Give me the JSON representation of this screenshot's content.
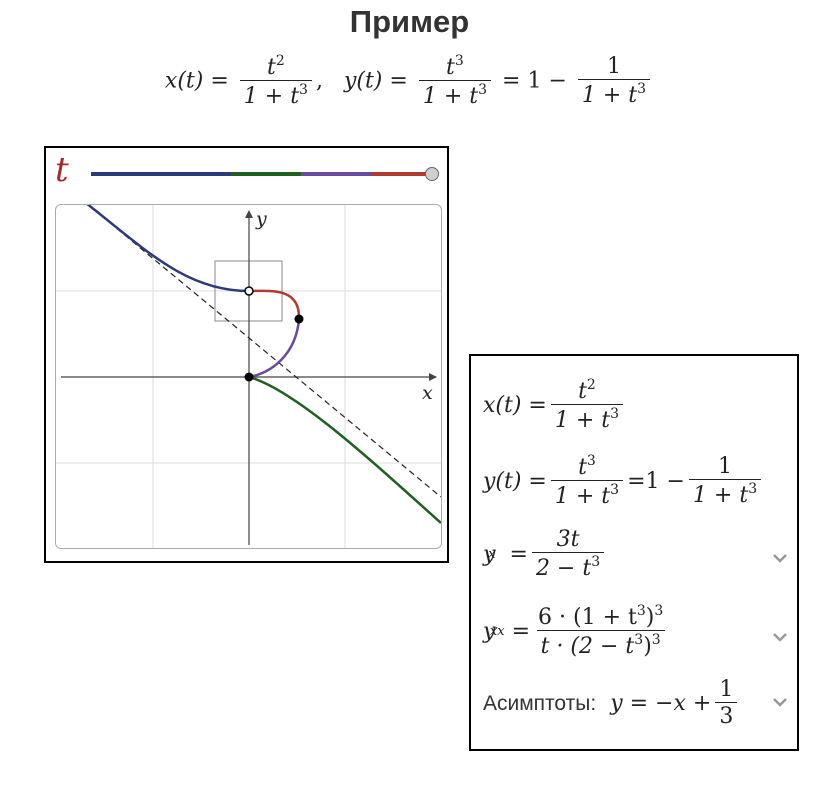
{
  "page": {
    "title": "Пример"
  },
  "top_formula": {
    "x_lhs": "x(t)",
    "eq": "=",
    "x_num": "t",
    "x_num_exp": "2",
    "x_den": "1 + t",
    "x_den_exp": "3",
    "sep": ",",
    "y_lhs": "y(t)",
    "y_num": "t",
    "y_num_exp": "3",
    "y_den": "1 + t",
    "y_den_exp": "3",
    "y_alt_prefix": "1 −",
    "y_alt_num": "1",
    "y_alt_den": "1 + t",
    "y_alt_den_exp": "3"
  },
  "graph": {
    "slider_label": "t",
    "x_axis_label": "x",
    "y_axis_label": "y",
    "colors": {
      "blue": "#2b3a7a",
      "red": "#b03a2e",
      "purple": "#6a4a9a",
      "green": "#1f5f1f",
      "asymptote": "#222222",
      "grid": "#dddddd"
    }
  },
  "info": {
    "x_lhs": "x(t)",
    "x_num": "t",
    "x_num_exp": "2",
    "x_den": "1 + t",
    "x_den_exp": "3",
    "y_lhs": "y(t)",
    "y_num": "t",
    "y_num_exp": "3",
    "y_den": "1 + t",
    "y_den_exp": "3",
    "y_alt_prefix": "=1 −",
    "y_alt_num": "1",
    "y_alt_den": "1 + t",
    "y_alt_den_exp": "3",
    "d1_lhs": "y",
    "d1_sub": "x",
    "d1_num": "3t",
    "d1_den": "2 − t",
    "d1_den_exp": "3",
    "d2_lhs": "y",
    "d2_sub": "xx",
    "d2_num_a": "6 · (1 + t",
    "d2_num_exp": "3",
    "d2_num_b": ")",
    "d2_num_exp2": "3",
    "d2_den_a": "t · (2 − t",
    "d2_den_exp": "3",
    "d2_den_b": ")",
    "d2_den_exp2": "3",
    "asym_label": "Асимптоты:",
    "asym_lhs": "y = −x +",
    "asym_num": "1",
    "asym_den": "3"
  }
}
